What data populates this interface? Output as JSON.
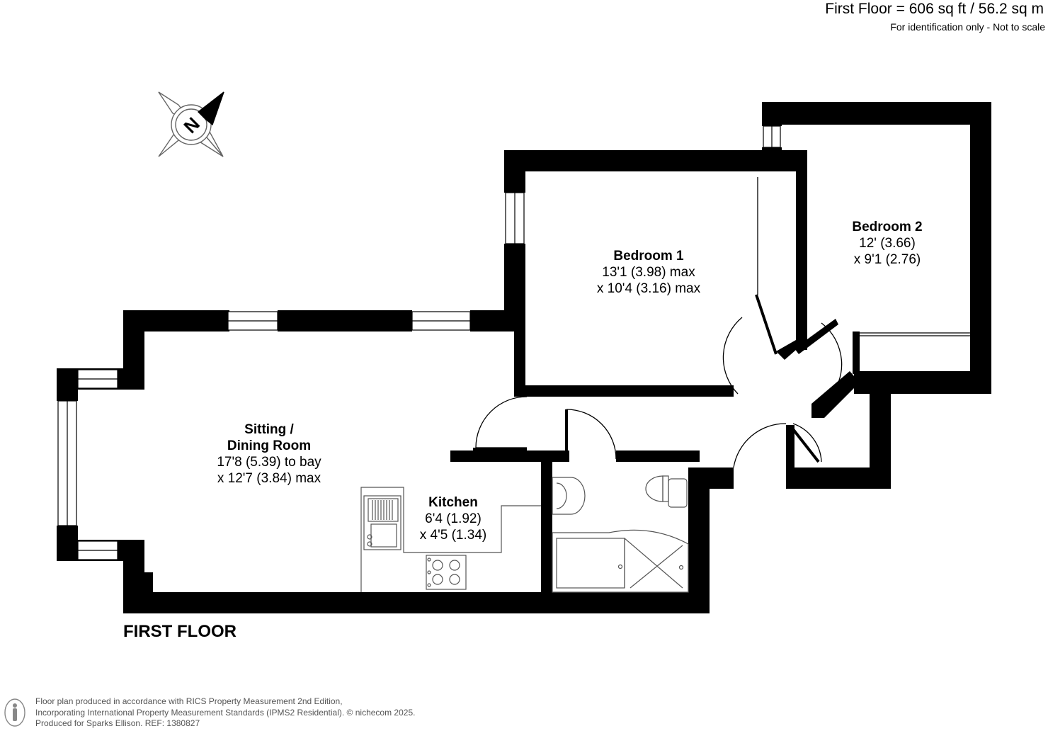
{
  "header": {
    "area": "First Floor = 606 sq ft / 56.2 sq m",
    "note": "For identification only - Not to scale"
  },
  "compass": {
    "letter": "N",
    "icon": "compass-icon"
  },
  "rooms": {
    "bedroom1": {
      "name": "Bedroom 1",
      "dim1": "13'1 (3.98) max",
      "dim2": "x 10'4 (3.16) max"
    },
    "bedroom2": {
      "name": "Bedroom 2",
      "dim1": "12' (3.66)",
      "dim2": "x 9'1 (2.76)"
    },
    "sitting": {
      "name1": "Sitting /",
      "name2": "Dining Room",
      "dim1": "17'8 (5.39) to bay",
      "dim2": "x 12'7 (3.84) max"
    },
    "kitchen": {
      "name": "Kitchen",
      "dim1": "6'4 (1.92)",
      "dim2": "x 4'5 (1.34)"
    }
  },
  "floor_label": "FIRST FLOOR",
  "footer": {
    "line1": "Floor plan produced in accordance with RICS Property Measurement 2nd Edition,",
    "line2": "Incorporating International Property Measurement Standards (IPMS2 Residential).  © nichecom 2025.",
    "line3": "Produced for Sparks Ellison.   REF: 1380827"
  },
  "colors": {
    "wall": "#000000",
    "fixture": "#555555",
    "footer_text": "#555555"
  }
}
